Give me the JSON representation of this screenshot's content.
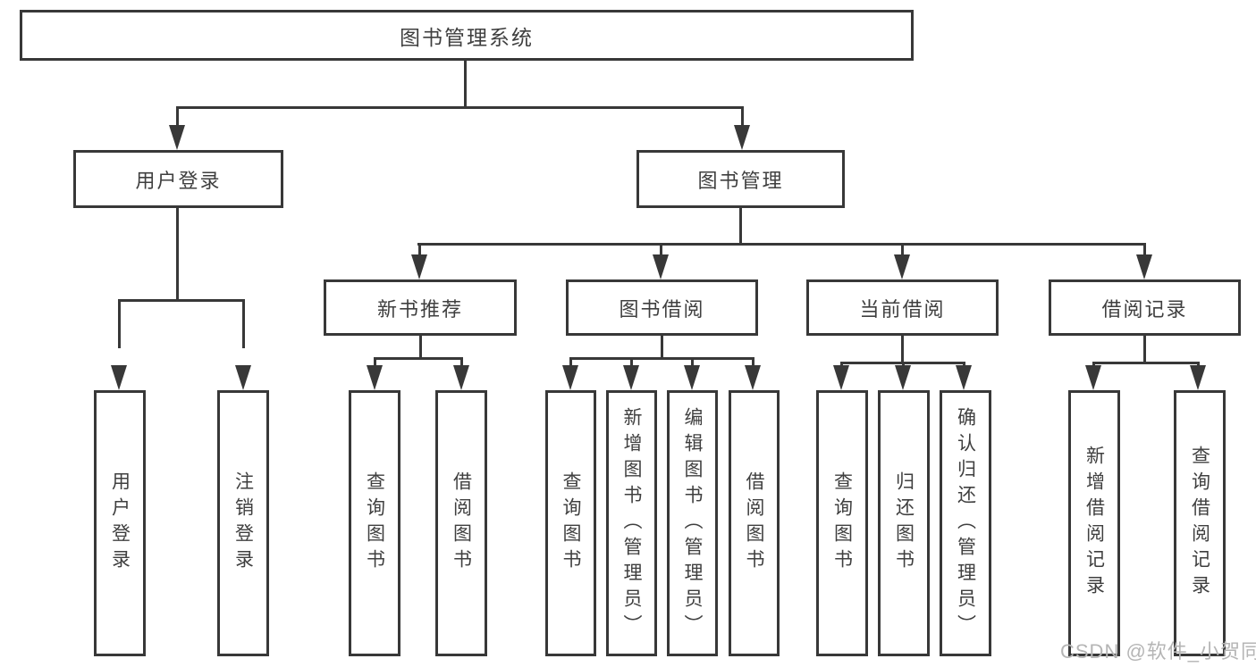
{
  "diagram": {
    "title": "图书管理系统",
    "colors": {
      "line": "#383838",
      "text": "#3f3f3f",
      "watermark": "#b5b5b5",
      "background": "#ffffff"
    },
    "tree": {
      "label": "图书管理系统",
      "children": [
        {
          "label": "用户登录",
          "children": [
            {
              "label": "用户登录"
            },
            {
              "label": "注销登录"
            }
          ]
        },
        {
          "label": "图书管理",
          "children": [
            {
              "label": "新书推荐",
              "children": [
                {
                  "label": "查询图书"
                },
                {
                  "label": "借阅图书"
                }
              ]
            },
            {
              "label": "图书借阅",
              "children": [
                {
                  "label": "查询图书"
                },
                {
                  "label": "新增图书（管理员）"
                },
                {
                  "label": "编辑图书（管理员）"
                },
                {
                  "label": "借阅图书"
                }
              ]
            },
            {
              "label": "当前借阅",
              "children": [
                {
                  "label": "查询图书"
                },
                {
                  "label": "归还图书"
                },
                {
                  "label": "确认归还（管理员）"
                }
              ]
            },
            {
              "label": "借阅记录",
              "children": [
                {
                  "label": "新增借阅记录"
                },
                {
                  "label": "查询借阅记录"
                }
              ]
            }
          ]
        }
      ]
    },
    "watermark": "CSDN @软件_小贺同学"
  }
}
